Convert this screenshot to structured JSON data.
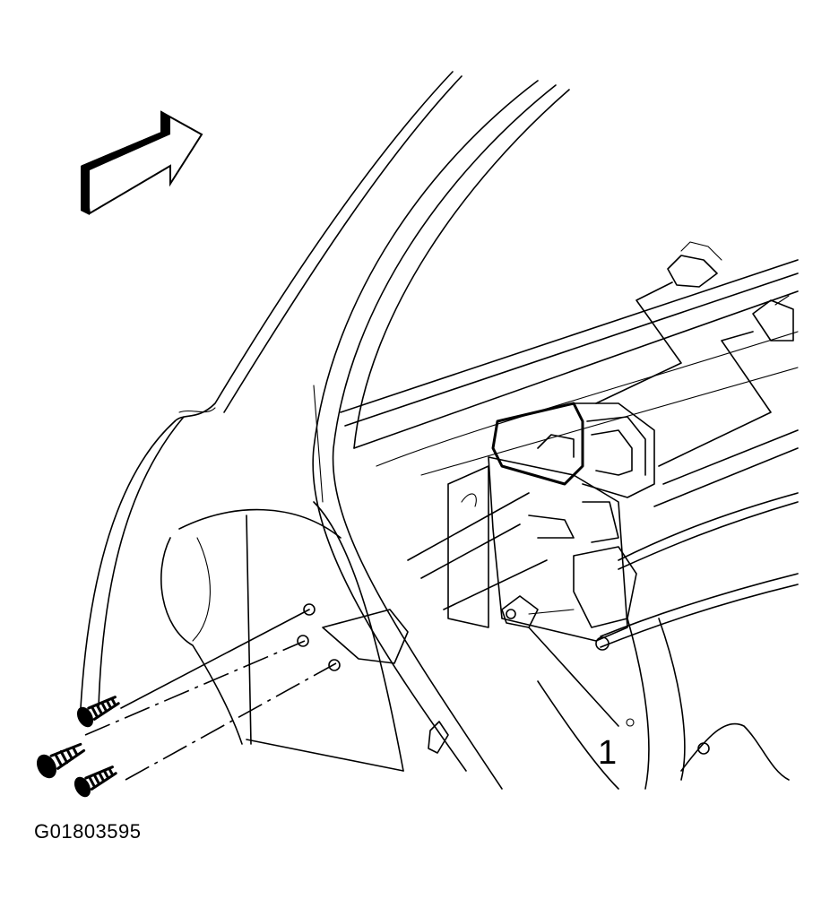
{
  "diagram": {
    "callouts": [
      {
        "id": "1",
        "label": "1"
      }
    ],
    "figure_code": "G01803595",
    "icons": {
      "direction_arrow": "front-direction-arrow-icon",
      "screws": "screw-icon",
      "door_lock_actuator": "door-lock-actuator-icon",
      "electrical_connectors": "electrical-connector-icon",
      "rods": "linkage-rod-icon"
    }
  }
}
